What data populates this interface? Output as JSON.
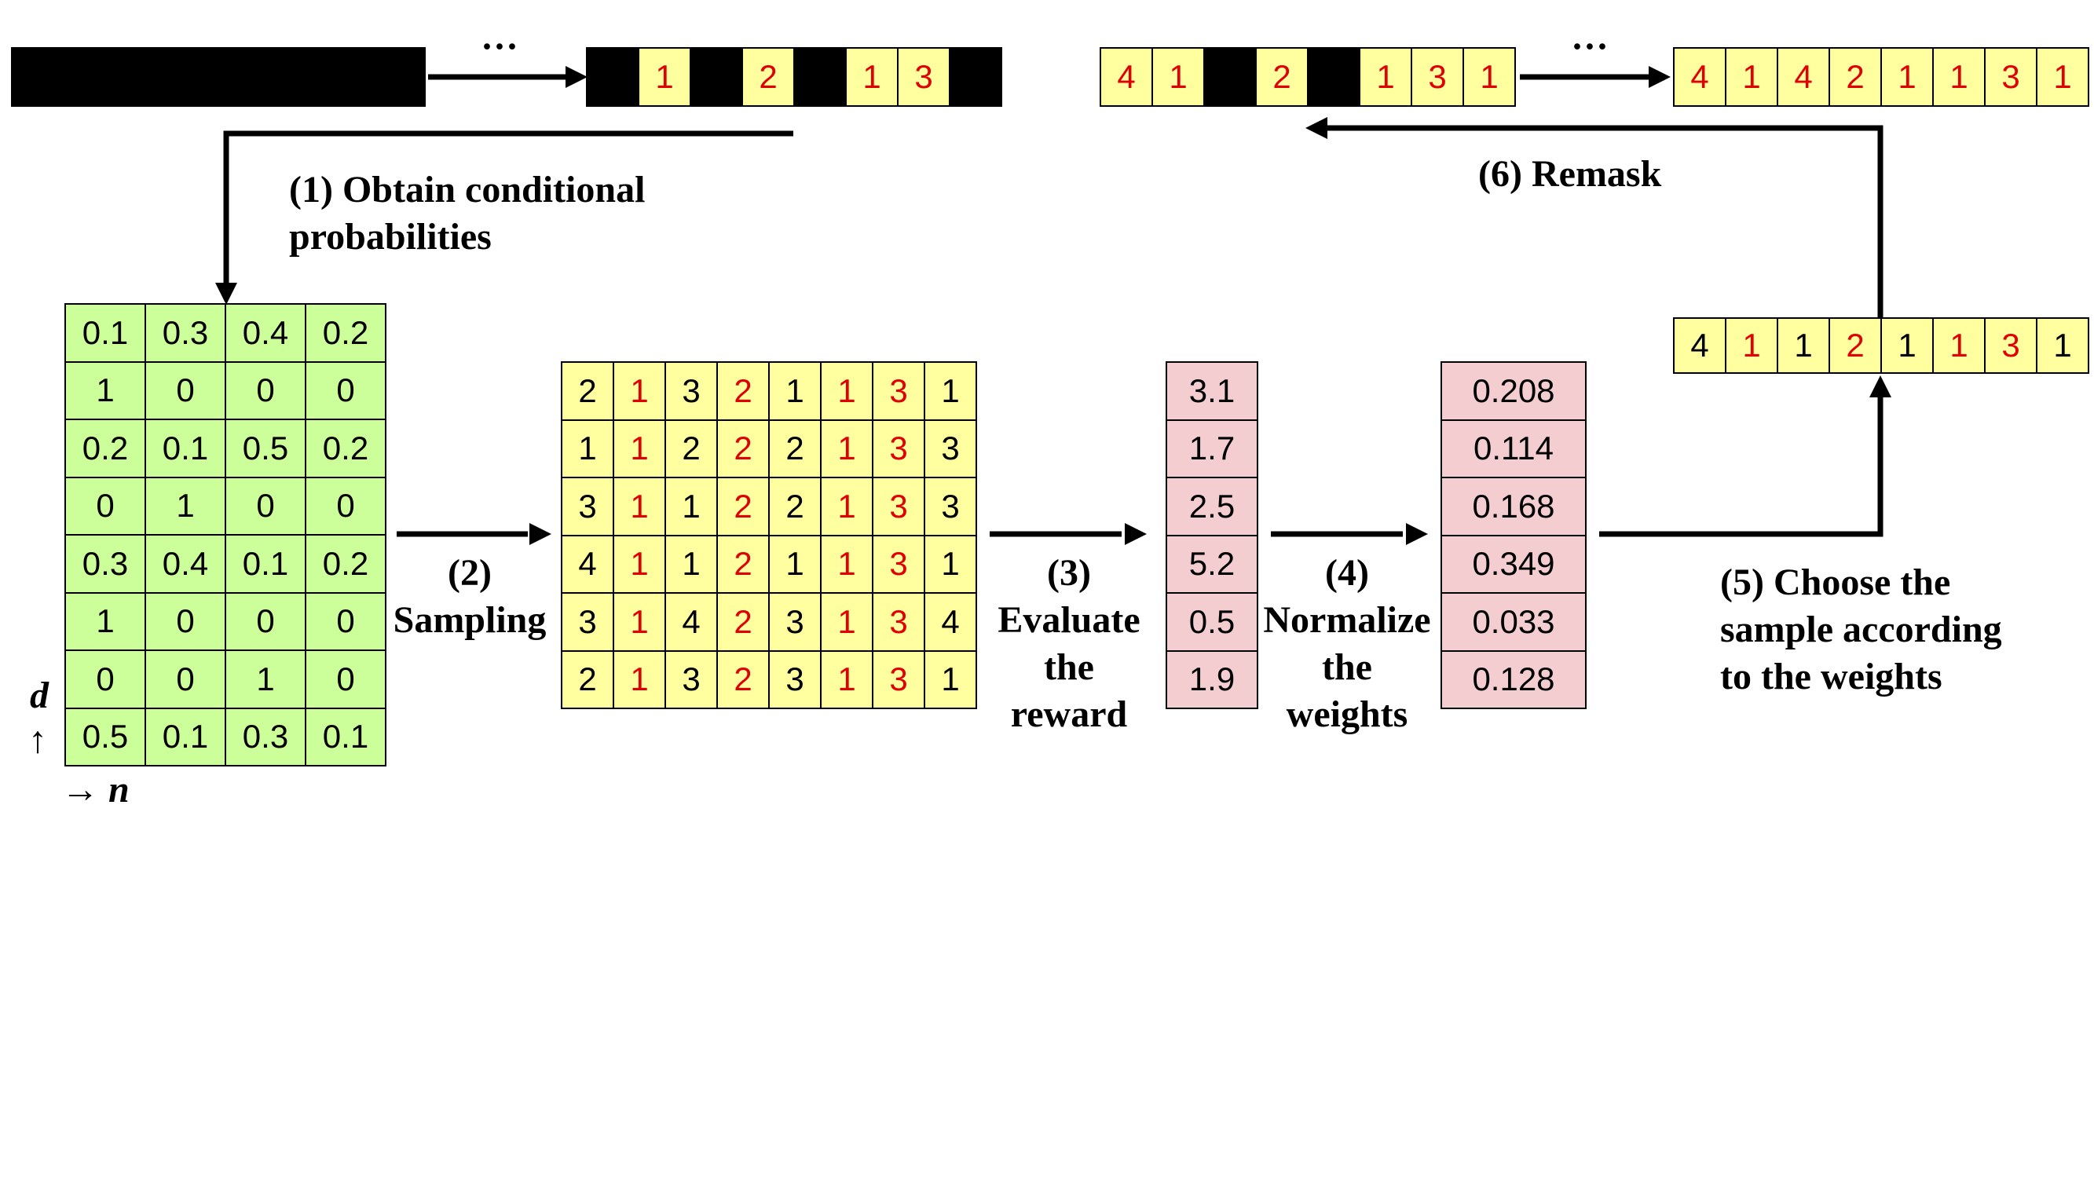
{
  "colors": {
    "yellow": "#ffff9f",
    "green": "#ccff99",
    "pink": "#f3cdd0",
    "red": "#e00000",
    "black": "#000000"
  },
  "top_left": {
    "ellipsis": "···",
    "masked_sequence": [
      "",
      "1",
      "",
      "2",
      "",
      "1",
      "3",
      ""
    ]
  },
  "top_right": {
    "ellipsis": "···",
    "partial_sequence": [
      {
        "v": "4",
        "red": true
      },
      {
        "v": "1",
        "red": true
      },
      {
        "v": "",
        "red": false
      },
      {
        "v": "2",
        "red": true
      },
      {
        "v": "",
        "red": false
      },
      {
        "v": "1",
        "red": true
      },
      {
        "v": "3",
        "red": true
      },
      {
        "v": "1",
        "red": true
      }
    ],
    "final_sequence": [
      "4",
      "1",
      "4",
      "2",
      "1",
      "1",
      "3",
      "1"
    ]
  },
  "probabilities": [
    [
      "0.1",
      "0.3",
      "0.4",
      "0.2"
    ],
    [
      "1",
      "0",
      "0",
      "0"
    ],
    [
      "0.2",
      "0.1",
      "0.5",
      "0.2"
    ],
    [
      "0",
      "1",
      "0",
      "0"
    ],
    [
      "0.3",
      "0.4",
      "0.1",
      "0.2"
    ],
    [
      "1",
      "0",
      "0",
      "0"
    ],
    [
      "0",
      "0",
      "1",
      "0"
    ],
    [
      "0.5",
      "0.1",
      "0.3",
      "0.1"
    ]
  ],
  "samples": [
    [
      "2",
      "1",
      "3",
      "2",
      "1",
      "1",
      "3",
      "1"
    ],
    [
      "1",
      "1",
      "2",
      "2",
      "2",
      "1",
      "3",
      "3"
    ],
    [
      "3",
      "1",
      "1",
      "2",
      "2",
      "1",
      "3",
      "3"
    ],
    [
      "4",
      "1",
      "1",
      "2",
      "1",
      "1",
      "3",
      "1"
    ],
    [
      "3",
      "1",
      "4",
      "2",
      "3",
      "1",
      "3",
      "4"
    ],
    [
      "2",
      "1",
      "3",
      "2",
      "3",
      "1",
      "3",
      "1"
    ]
  ],
  "sample_red_columns": [
    1,
    3,
    5,
    6
  ],
  "rewards": [
    "3.1",
    "1.7",
    "2.5",
    "5.2",
    "0.5",
    "1.9"
  ],
  "weights": [
    "0.208",
    "0.114",
    "0.168",
    "0.349",
    "0.033",
    "0.128"
  ],
  "chosen_sample": [
    "4",
    "1",
    "1",
    "2",
    "1",
    "1",
    "3",
    "1"
  ],
  "chosen_red_columns": [
    1,
    3,
    5,
    6
  ],
  "axis": {
    "d": "d",
    "up": "↑",
    "n": "→ n"
  },
  "steps": {
    "s1_line1": "(1) Obtain conditional",
    "s1_line2": "probabilities",
    "s2_line1": "(2)",
    "s2_line2": "Sampling",
    "s3_line1": "(3)",
    "s3_line2": "Evaluate",
    "s3_line3": "the",
    "s3_line4": "reward",
    "s4_line1": "(4)",
    "s4_line2": "Normalize",
    "s4_line3": "the",
    "s4_line4": "weights",
    "s5_line1": "(5) Choose the",
    "s5_line2": "sample according",
    "s5_line3": "to the weights",
    "s6": "(6) Remask"
  }
}
